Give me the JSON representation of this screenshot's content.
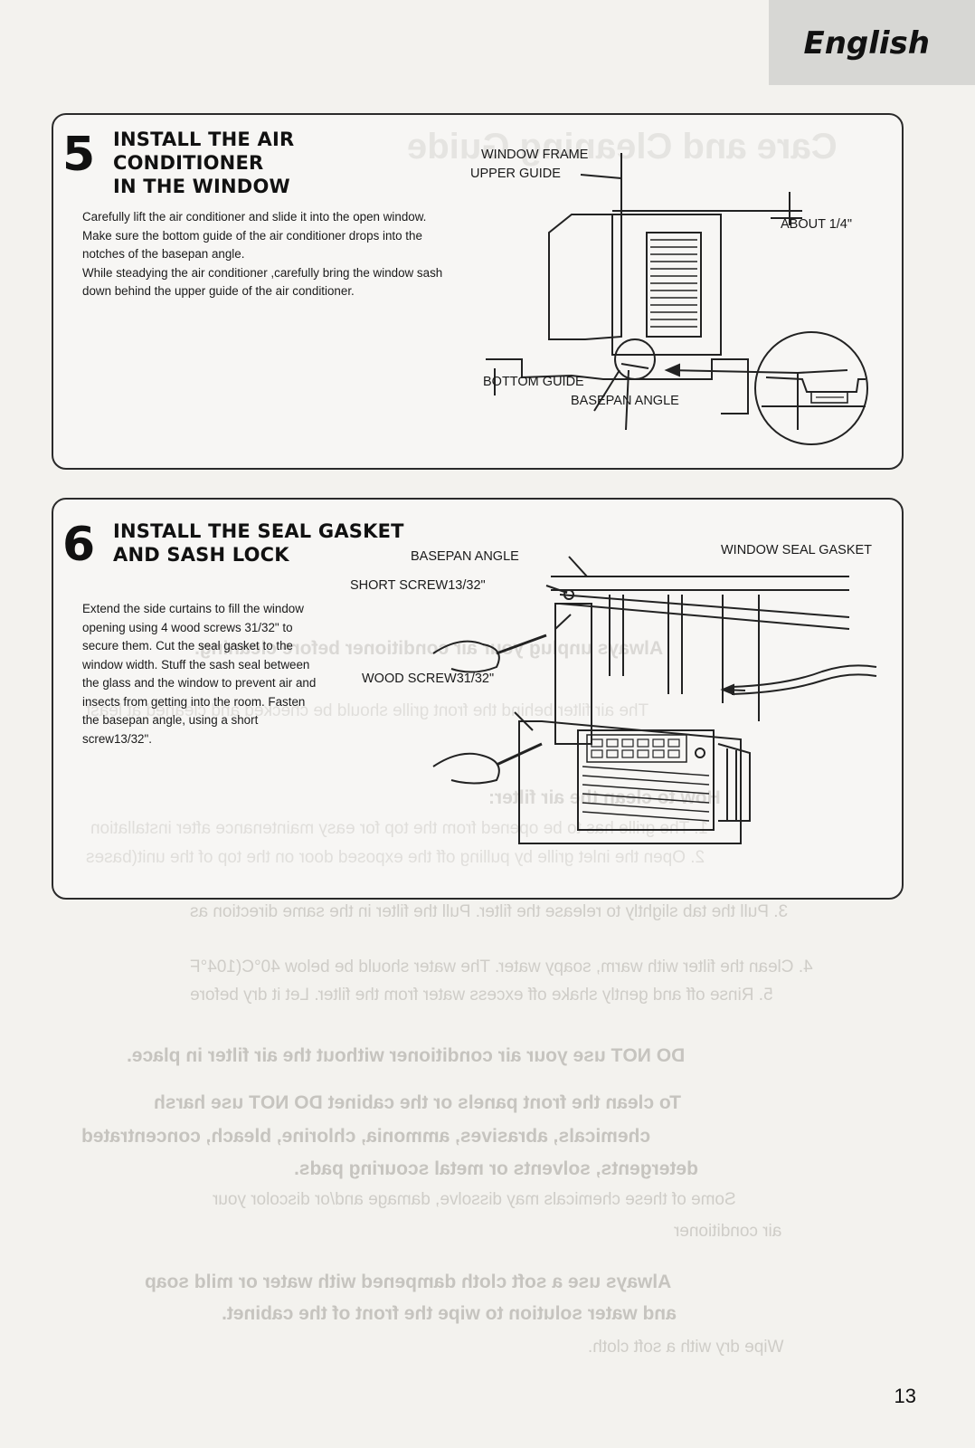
{
  "header": {
    "language": "English"
  },
  "step5": {
    "number": "5",
    "title_line1": "INSTALL THE AIR CONDITIONER",
    "title_line2": "IN THE WINDOW",
    "paragraph1": "Carefully lift the air conditioner and slide it into the open window. Make sure the bottom guide of the air conditioner drops into the notches of the basepan angle.",
    "paragraph2": "While steadying the air conditioner ,carefully bring the window sash down behind the upper guide of the air conditioner.",
    "labels": {
      "window_frame": "WINDOW FRAME",
      "upper_guide": "UPPER GUIDE",
      "about": "ABOUT 1/4\"",
      "bottom_guide": "BOTTOM GUIDE",
      "basepan_angle": "BASEPAN ANGLE"
    }
  },
  "step6": {
    "number": "6",
    "title_line1": "INSTALL THE SEAL GASKET",
    "title_line2": "AND SASH LOCK",
    "paragraph": "Extend the side curtains to fill the window opening using 4 wood screws 31/32\" to secure them. Cut the seal gasket to the window width. Stuff the sash seal between the glass and the window to prevent air and insects from getting into the room. Fasten the basepan angle, using a short screw13/32\".",
    "labels": {
      "basepan_angle": "BASEPAN ANGLE",
      "window_seal_gasket": "WINDOW SEAL GASKET",
      "short_screw": "SHORT SCREW13/32\"",
      "wood_screw": "WOOD SCREW31/32\""
    }
  },
  "bleed_through": [
    "Care and Cleaning Guide",
    "Always unplug your air conditioner before cleaning.",
    "The air filter behind the front grille should be checked and cleaned at least",
    "How to clean the air filter:",
    "1. The grille has to be opened from the top for easy maintenance after installation",
    "2. Open the inlet grille by pulling off the exposed door on the top of the unit(bases",
    "3. Pull the tab slightly to release the filter. Pull the filter in the same direction as",
    "4. Clean the filter with warm, soapy water. The water should be below 40°C(104°F",
    "5. Rinse off and gently shake off excess water from the filter. Let it dry before",
    "DO NOT use your air conditioner without the air filter in place.",
    "To clean the front panels or the cabinet DO NOT use harsh",
    "chemicals, abrasives, ammonia, chlorine, bleach, concentrated",
    "detergents, solvents or metal scouring pads.",
    "Some of these chemicals may dissolve, damage and/or discolor your",
    "air conditioner",
    "Always use a soft cloth dampened with water or mild soap",
    "and water solution to wipe the front of the cabinet.",
    "Wipe dry with a soft cloth."
  ],
  "page_number": "13"
}
